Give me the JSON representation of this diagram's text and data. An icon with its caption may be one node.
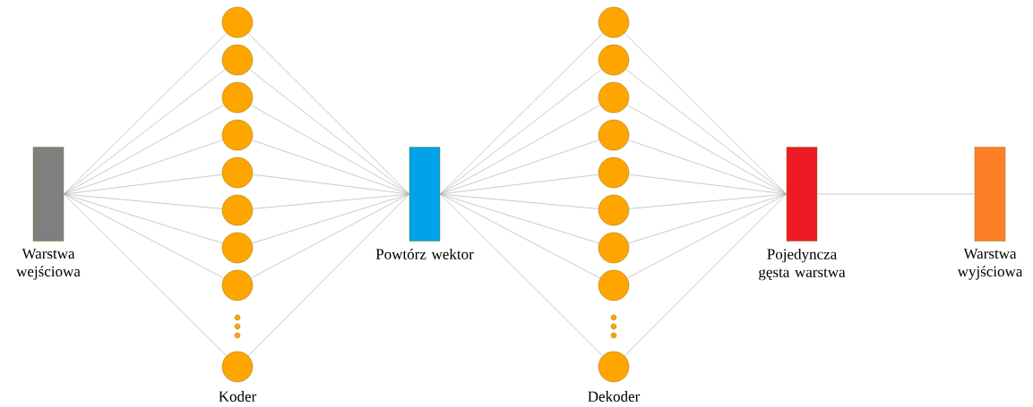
{
  "diagram": {
    "nodes": [
      {
        "text": [
          "Warstwa wejściowa"
        ]
      },
      {
        "text": [],
        "shape": "circle"
      },
      {
        "text": [],
        "shape": "circle"
      },
      {
        "text": [],
        "shape": "circle"
      },
      {
        "text": [],
        "shape": "circle"
      },
      {
        "text": [],
        "shape": "circle"
      },
      {
        "text": [],
        "shape": "circle"
      },
      {
        "text": [],
        "shape": "circle"
      },
      {
        "text": [],
        "shape": "circle"
      },
      {
        "text": [],
        "shape": "circle"
      },
      {
        "text": [
          "Powtórz wektor"
        ]
      },
      {
        "text": [],
        "shape": "circle"
      },
      {
        "text": [],
        "shape": "circle"
      },
      {
        "text": [],
        "shape": "circle"
      },
      {
        "text": [],
        "shape": "circle"
      },
      {
        "text": [],
        "shape": "circle"
      },
      {
        "text": [],
        "shape": "circle"
      },
      {
        "text": [],
        "shape": "circle"
      },
      {
        "text": [],
        "shape": "circle"
      },
      {
        "text": [],
        "shape": "circle"
      },
      {
        "text": [
          "Pojedyncza gęsta warstwa"
        ]
      },
      {
        "text": [
          "Warstwa wyjściowa"
        ]
      }
    ],
    "edges": [
      {
        "from": 0,
        "to": 1,
        "arrow": "none"
      },
      {
        "from": 0,
        "to": 2,
        "arrow": "none"
      },
      {
        "from": 0,
        "to": 3,
        "arrow": "none"
      },
      {
        "from": 0,
        "to": 4,
        "arrow": "none"
      },
      {
        "from": 0,
        "to": 5,
        "arrow": "none"
      },
      {
        "from": 0,
        "to": 6,
        "arrow": "none"
      },
      {
        "from": 0,
        "to": 7,
        "arrow": "none"
      },
      {
        "from": 0,
        "to": 8,
        "arrow": "none"
      },
      {
        "from": 0,
        "to": 9,
        "arrow": "none"
      },
      {
        "from": 1,
        "to": 10,
        "arrow": "none"
      },
      {
        "from": 2,
        "to": 10,
        "arrow": "none"
      },
      {
        "from": 3,
        "to": 10,
        "arrow": "none"
      },
      {
        "from": 4,
        "to": 10,
        "arrow": "none"
      },
      {
        "from": 5,
        "to": 10,
        "arrow": "none"
      },
      {
        "from": 6,
        "to": 10,
        "arrow": "none"
      },
      {
        "from": 7,
        "to": 10,
        "arrow": "none"
      },
      {
        "from": 8,
        "to": 10,
        "arrow": "none"
      },
      {
        "from": 9,
        "to": 10,
        "arrow": "none"
      },
      {
        "from": 10,
        "to": 11,
        "arrow": "none"
      },
      {
        "from": 10,
        "to": 12,
        "arrow": "none"
      },
      {
        "from": 10,
        "to": 13,
        "arrow": "none"
      },
      {
        "from": 10,
        "to": 14,
        "arrow": "none"
      },
      {
        "from": 10,
        "to": 15,
        "arrow": "none"
      },
      {
        "from": 10,
        "to": 16,
        "arrow": "none"
      },
      {
        "from": 10,
        "to": 17,
        "arrow": "none"
      },
      {
        "from": 10,
        "to": 18,
        "arrow": "none"
      },
      {
        "from": 10,
        "to": 19,
        "arrow": "none"
      },
      {
        "from": 11,
        "to": 20,
        "arrow": "none"
      },
      {
        "from": 12,
        "to": 20,
        "arrow": "none"
      },
      {
        "from": 13,
        "to": 20,
        "arrow": "none"
      },
      {
        "from": 14,
        "to": 20,
        "arrow": "none"
      },
      {
        "from": 15,
        "to": 20,
        "arrow": "none"
      },
      {
        "from": 16,
        "to": 20,
        "arrow": "none"
      },
      {
        "from": 17,
        "to": 20,
        "arrow": "none"
      },
      {
        "from": 18,
        "to": 20,
        "arrow": "none"
      },
      {
        "from": 19,
        "to": 20,
        "arrow": "none"
      },
      {
        "from": 20,
        "to": 21,
        "arrow": "none"
      }
    ],
    "labels": [
      "Koder",
      "Dekoder"
    ]
  }
}
